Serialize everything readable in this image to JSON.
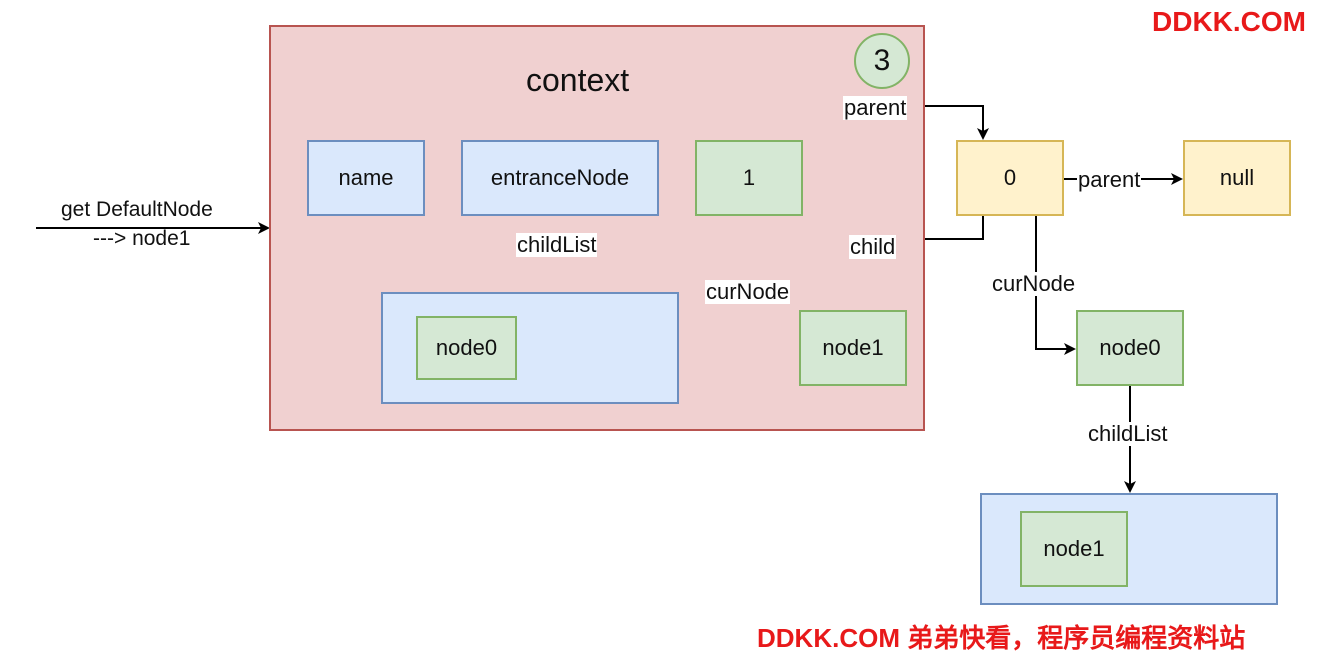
{
  "watermark": {
    "top": "DDKK.COM",
    "bottom": "DDKK.COM 弟弟快看，程序员编程资料站"
  },
  "context": {
    "title": "context",
    "step_badge": "3",
    "name": "name",
    "entrance_node": "entranceNode",
    "child_list_node": "node0",
    "node_1": "1",
    "cur_node_target": "node1"
  },
  "external": {
    "node_0": "0",
    "null_node": "null",
    "cur_node_target": "node0",
    "child_list_node": "node1"
  },
  "edge_labels": {
    "incoming_line1": "get DefaultNode",
    "incoming_line2": "---> node1",
    "child_list_a": "childList",
    "child_list_b": "childList",
    "cur_node_a": "curNode",
    "cur_node_b": "curNode",
    "parent_a": "parent",
    "parent_b": "parent",
    "child": "child"
  },
  "colors": {
    "watermark": "#e8191a",
    "context_fill": "#f0d0d0",
    "blue_fill": "#dae8fc",
    "green_fill": "#d5e8d4",
    "yellow_fill": "#fff2cc"
  }
}
